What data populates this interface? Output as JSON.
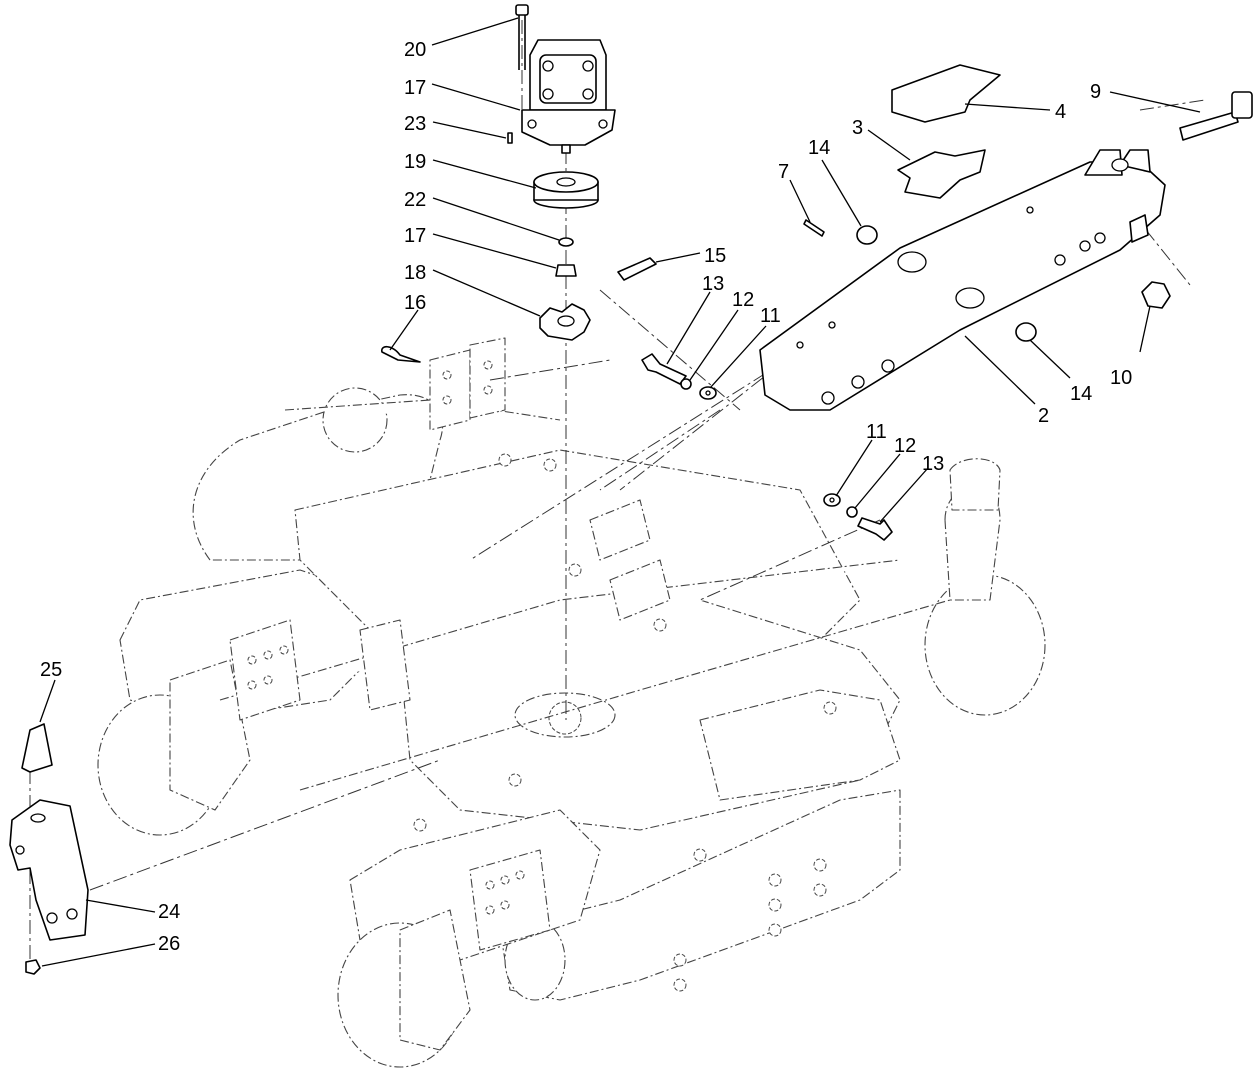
{
  "diagram": {
    "callouts": [
      {
        "id": "c20a",
        "label": "20"
      },
      {
        "id": "c17a",
        "label": "17"
      },
      {
        "id": "c23",
        "label": "23"
      },
      {
        "id": "c19",
        "label": "19"
      },
      {
        "id": "c22",
        "label": "22"
      },
      {
        "id": "c17b",
        "label": "17"
      },
      {
        "id": "c18",
        "label": "18"
      },
      {
        "id": "c16",
        "label": "16"
      },
      {
        "id": "c15",
        "label": "15"
      },
      {
        "id": "c13a",
        "label": "13"
      },
      {
        "id": "c12a",
        "label": "12"
      },
      {
        "id": "c11a",
        "label": "11"
      },
      {
        "id": "c7",
        "label": "7"
      },
      {
        "id": "c14a",
        "label": "14"
      },
      {
        "id": "c3",
        "label": "3"
      },
      {
        "id": "c4",
        "label": "4"
      },
      {
        "id": "c9",
        "label": "9"
      },
      {
        "id": "c10",
        "label": "10"
      },
      {
        "id": "c14b",
        "label": "14"
      },
      {
        "id": "c2",
        "label": "2"
      },
      {
        "id": "c11b",
        "label": "11"
      },
      {
        "id": "c12b",
        "label": "12"
      },
      {
        "id": "c13b",
        "label": "13"
      },
      {
        "id": "c25",
        "label": "25"
      },
      {
        "id": "c24",
        "label": "24"
      },
      {
        "id": "c26",
        "label": "26"
      }
    ]
  }
}
